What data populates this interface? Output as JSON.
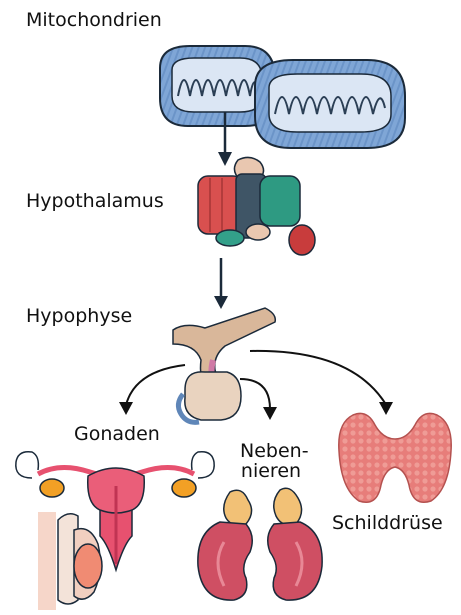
{
  "labels": {
    "mitochondria": "Mitochondrien",
    "hypothalamus": "Hypothalamus",
    "pituitary": "Hypophyse",
    "gonads": "Gonaden",
    "adrenal_line1": "Neben-",
    "adrenal_line2": "nieren",
    "thyroid": "Schilddrüse"
  },
  "colors": {
    "mitochondria": "#7fa6d6",
    "hypothalamus_red": "#d9504f",
    "hypothalamus_teal": "#2e9a82",
    "hypothalamus_slate": "#3f5566",
    "pituitary_tan": "#d9b79a",
    "kidney": "#cf4f63",
    "adrenal": "#f2c176",
    "thyroid": "#e77d7a",
    "uterus": "#e7516f",
    "ovary": "#f2a025"
  },
  "icons": [
    "mitochondrion-icon",
    "hypothalamus-icon",
    "pituitary-icon",
    "uterus-icon",
    "testis-icon",
    "kidney-adrenal-icon",
    "thyroid-icon",
    "arrow-icon"
  ]
}
